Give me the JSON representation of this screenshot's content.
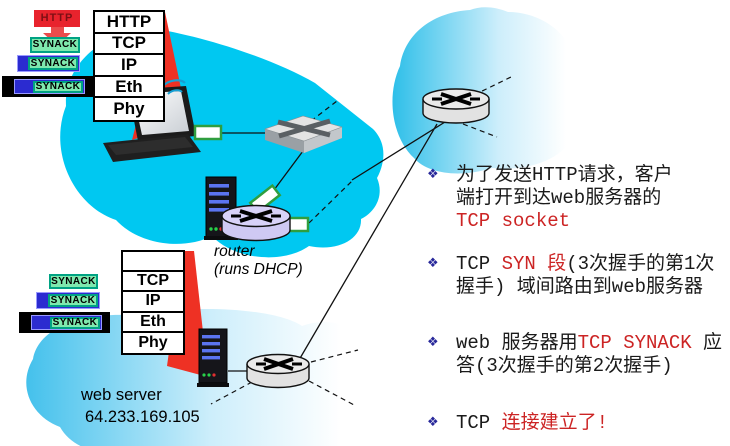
{
  "client_stack": {
    "layers": [
      "HTTP",
      "TCP",
      "IP",
      "Eth",
      "Phy"
    ]
  },
  "server_stack": {
    "layers": [
      "",
      "TCP",
      "IP",
      "Eth",
      "Phy"
    ]
  },
  "client_packets": {
    "http": "HTTP",
    "synack_plain": "SYNACK",
    "synack_ip": "SYNACK",
    "synack_eth": "SYNACK"
  },
  "server_packets": {
    "synack_plain": "SYNACK",
    "synack_ip": "SYNACK",
    "synack_eth": "SYNACK"
  },
  "captions": {
    "router_line1": "router",
    "router_line2": "(runs DHCP)",
    "web_server": "web server",
    "web_server_ip": "64.233.169.105"
  },
  "bullets": [
    {
      "marker": "❖",
      "lines": [
        [
          {
            "t": "为了发送HTTP请求，客户"
          }
        ],
        [
          {
            "t": "端打开到达web服务器的"
          }
        ],
        [
          {
            "t": "TCP socket"
          }
        ]
      ]
    },
    {
      "marker": "❖",
      "lines": [
        [
          {
            "t": "TCP "
          },
          {
            "t": "SYN 段"
          },
          {
            "t": "(3次握手的第1次"
          }
        ],
        [
          {
            "t": "握手) 域间路由到web服务器"
          }
        ]
      ]
    },
    {
      "marker": "❖",
      "lines": [
        [
          {
            "t": "web 服务器用"
          },
          {
            "t": "TCP SYNACK"
          },
          {
            "t": " 应"
          }
        ],
        [
          {
            "t": "答(3次握手的第2次握手)"
          }
        ]
      ]
    },
    {
      "marker": "❖",
      "lines": [
        [
          {
            "t": "TCP "
          },
          {
            "t": "连接建立了!"
          }
        ]
      ]
    }
  ],
  "colors": {
    "main_cloud": "#00c8f1",
    "secondary_cloud_edge": "#3fc1ea",
    "emphasis_red": "#cc2424",
    "bullet_diamond": "#28289a",
    "packet_green": "#7fe9ae",
    "packet_green_border": "#00a383",
    "packet_blue": "#2b2bd0",
    "packet_black": "#000000",
    "http_label_red": "#e8232d",
    "beam_red": "#ee3124",
    "dhcp_router_fill": "#cfc9f3",
    "router_fill": "#e2e2e2"
  }
}
